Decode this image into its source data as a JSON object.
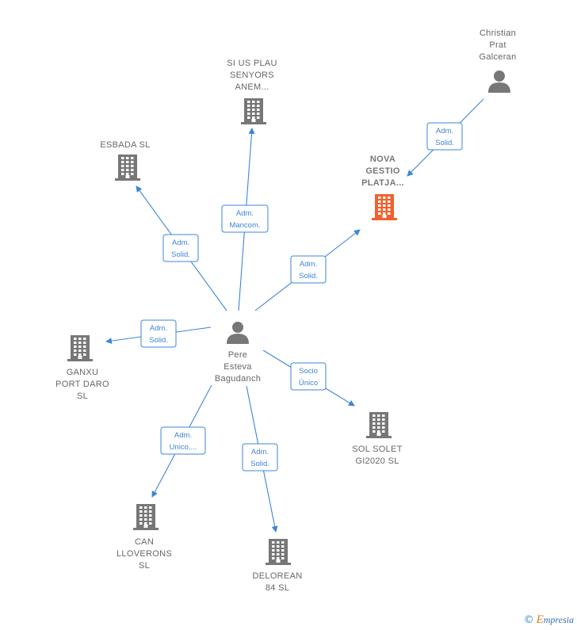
{
  "nodes": {
    "pere": {
      "lines": [
        "Pere",
        "Esteva",
        "Bagudanch"
      ],
      "kind": "person"
    },
    "christian": {
      "lines": [
        "Christian",
        "Prat",
        "Galceran"
      ],
      "kind": "person"
    },
    "siusplau": {
      "lines": [
        "SI US PLAU",
        "SENYORS",
        "ANEM..."
      ],
      "kind": "company"
    },
    "esbada": {
      "lines": [
        "ESBADA  SL"
      ],
      "kind": "company"
    },
    "nova": {
      "lines": [
        "NOVA",
        "GESTIO",
        "PLATJA..."
      ],
      "kind": "company-focus"
    },
    "ganxu": {
      "lines": [
        "GANXU",
        "PORT DARO",
        "SL"
      ],
      "kind": "company"
    },
    "solsolet": {
      "lines": [
        "SOL SOLET",
        "GI2020  SL"
      ],
      "kind": "company"
    },
    "canlloverons": {
      "lines": [
        "CAN",
        "LLOVERONS",
        "SL"
      ],
      "kind": "company"
    },
    "delorean": {
      "lines": [
        "DELOREAN",
        "84 SL"
      ],
      "kind": "company"
    }
  },
  "edges": [
    {
      "id": "pere-siusplau",
      "lines": [
        "Adm.",
        "Mancom."
      ]
    },
    {
      "id": "pere-esbada",
      "lines": [
        "Adm.",
        "Solid."
      ]
    },
    {
      "id": "pere-nova",
      "lines": [
        "Adm.",
        "Solid."
      ]
    },
    {
      "id": "christian-nova",
      "lines": [
        "Adm.",
        "Solid."
      ]
    },
    {
      "id": "pere-ganxu",
      "lines": [
        "Adm.",
        "Solid."
      ]
    },
    {
      "id": "pere-solsolet",
      "lines": [
        "Socio",
        "Único"
      ]
    },
    {
      "id": "pere-canlloverons",
      "lines": [
        "Adm.",
        "Unico,..."
      ]
    },
    {
      "id": "pere-delorean",
      "lines": [
        "Adm.",
        "Solid."
      ]
    }
  ],
  "colors": {
    "edge": "#3d85d8",
    "company": "#777777",
    "focus": "#f0622e",
    "person": "#777777"
  },
  "watermark": {
    "copyright": "©",
    "brand_initial": "E",
    "brand_rest": "mpresia"
  }
}
